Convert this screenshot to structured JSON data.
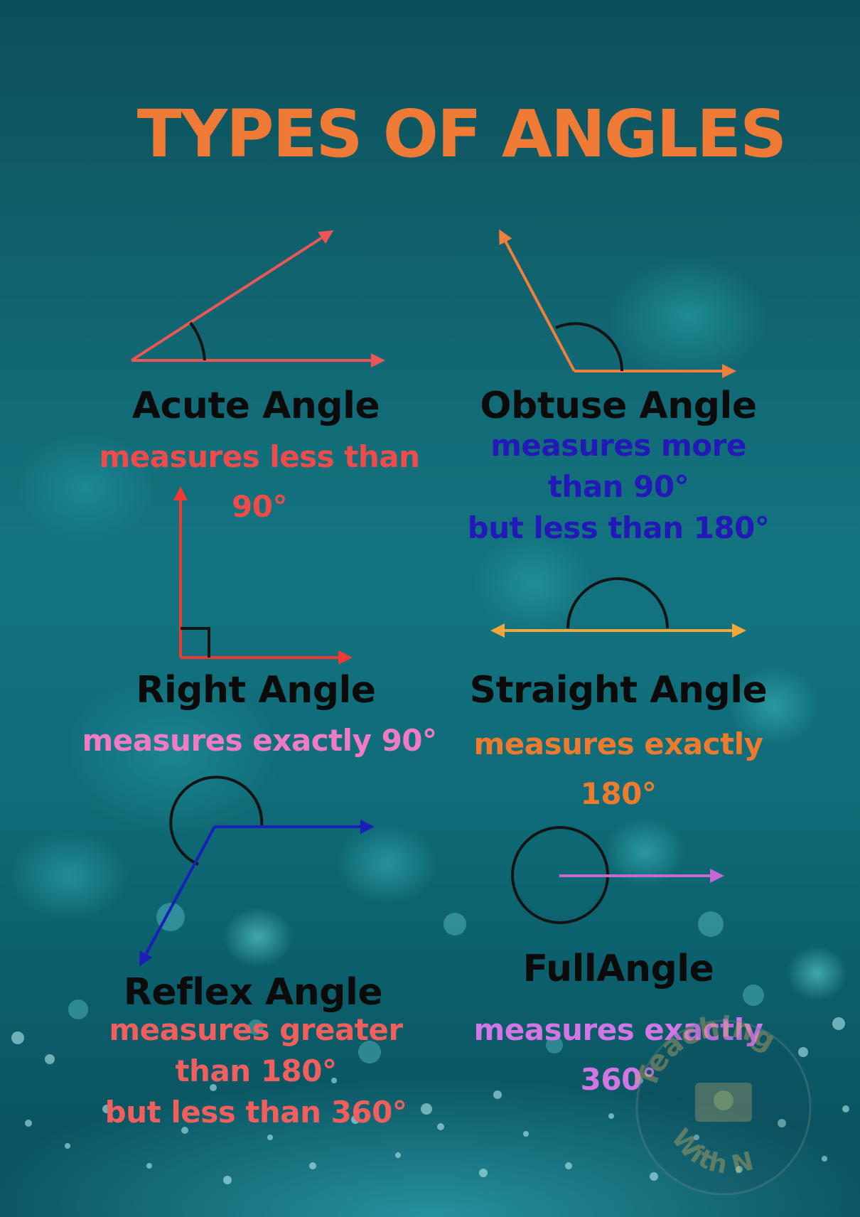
{
  "title": "TYPES OF ANGLES",
  "colors": {
    "title": "#ee7a35",
    "acute": "#ec5656",
    "acute_text": "#ef4b4b",
    "obtuse_line": "#ef7f3a",
    "obtuse_text": "#2319b8",
    "right_line": "#ee3a33",
    "right_text": "#f07ac4",
    "straight_line": "#f0a83a",
    "straight_text": "#ee7a2e",
    "reflex_line": "#1a1fb8",
    "reflex_text": "#f05e5e",
    "full_line": "#c36ad0",
    "full_text": "#d276e6",
    "arc": "#141414"
  },
  "angles": {
    "acute": {
      "name": "Acute Angle",
      "desc_1": "measures less than",
      "desc_2": "90°"
    },
    "obtuse": {
      "name": "Obtuse Angle",
      "desc_1": "measures more",
      "desc_2": "than 90°",
      "desc_3": "but less than 180°"
    },
    "right": {
      "name": "Right Angle",
      "desc_1": "measures exactly 90°"
    },
    "straight": {
      "name": "Straight Angle",
      "desc_1": "measures exactly",
      "desc_2": "180°"
    },
    "reflex": {
      "name": "Reflex Angle",
      "desc_1": "measures greater",
      "desc_2": "than 180°",
      "desc_3": "but less than 360°"
    },
    "full": {
      "name": "FullAngle",
      "desc_1": "measures exactly",
      "desc_2": "360°"
    }
  },
  "watermark": {
    "line_1": "Teaching",
    "line_2": "With N"
  }
}
